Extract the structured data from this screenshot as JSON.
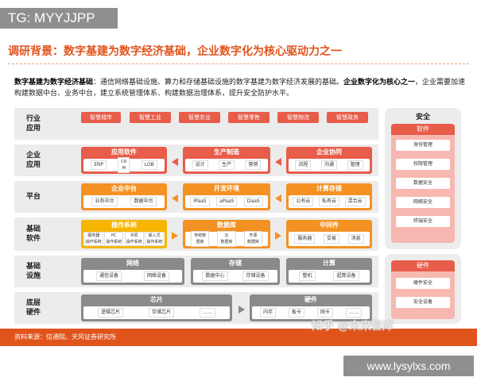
{
  "tag": "TG: MYYJJPP",
  "title": "调研背景：数字基建为数字经济基础，企业数字化为核心驱动力之一",
  "summary": {
    "lead_bold": "数字基建为数字经济基础",
    "lead_text": "：通信网络基础设施、算力和存储基础设施的数字基建为数字经济发展的基础。",
    "second_bold": "企业数字化为核心之一",
    "second_text": "，企业需要加速构建数据中台、业务中台，建立系统管理体系、构建数据治理体系，提升安全防护水平。"
  },
  "rows": {
    "industry": {
      "label": "行业\n应用",
      "items": [
        "智慧城市",
        "智慧工业",
        "智慧农业",
        "智慧零售",
        "智慧物流",
        "智慧政务"
      ]
    },
    "enterprise": {
      "label": "企业\n应用",
      "groups": [
        {
          "title": "应用软件",
          "chips": [
            "ERP",
            "CR\nM",
            "LOB"
          ]
        },
        {
          "title": "生产制造",
          "chips": [
            "设计",
            "生产",
            "营销"
          ]
        },
        {
          "title": "企业协同",
          "chips": [
            "流程",
            "沟通",
            "管理"
          ]
        }
      ]
    },
    "platform": {
      "label": "平台",
      "groups": [
        {
          "title": "企业中台",
          "chips": [
            "业务中台",
            "数据中台"
          ]
        },
        {
          "title": "开发环境",
          "chips": [
            "IPaaS",
            "aPaaS",
            "DaaS"
          ]
        },
        {
          "title": "计算存储",
          "chips": [
            "公有云",
            "私有云",
            "混合云"
          ]
        }
      ]
    },
    "software": {
      "label": "基础\n软件",
      "groups": [
        {
          "title": "操作系统",
          "chips": [
            "服务器\n操作系统",
            "PC\n操作系统",
            "手机\n操作系统",
            "嵌入式\n操作系统"
          ]
        },
        {
          "title": "数据库",
          "chips": [
            "传统数\n据库",
            "云\n数据库",
            "开源\n数据库"
          ]
        },
        {
          "title": "中间件",
          "chips": [
            "服务器",
            "交易",
            "消息"
          ]
        }
      ]
    },
    "infrastructure": {
      "label": "基础\n设施",
      "groups": [
        {
          "title": "网络",
          "chips": [
            "通信设备",
            "网络设备"
          ]
        },
        {
          "title": "存储",
          "chips": [
            "数据中心",
            "存储设备"
          ]
        },
        {
          "title": "计算",
          "chips": [
            "整机",
            "超算设备"
          ]
        }
      ]
    },
    "hardware": {
      "label": "底层\n硬件",
      "groups": [
        {
          "title": "芯片",
          "chips": [
            "逻辑芯片",
            "存储芯片",
            "……"
          ]
        },
        {
          "title": "硬件",
          "chips": [
            "内存",
            "板卡",
            "网卡",
            "……"
          ]
        }
      ]
    }
  },
  "security": {
    "title": "安全",
    "software": {
      "title": "软件",
      "items": [
        "身份管理",
        "权限管理",
        "数据安全",
        "网络安全",
        "终端安全"
      ]
    },
    "hardware": {
      "title": "硬件",
      "items": [
        "硬件安全",
        "安全设备"
      ]
    }
  },
  "footer": "资料来源：信通院、天风证券研究所",
  "watermark": "知乎 @未来智库",
  "site": "www.lysylxs.com",
  "colors": {
    "red": "#e85c4a",
    "orange": "#f39222",
    "yellow": "#f7b500",
    "gray": "#8a8a8a",
    "title": "#e0541c"
  }
}
